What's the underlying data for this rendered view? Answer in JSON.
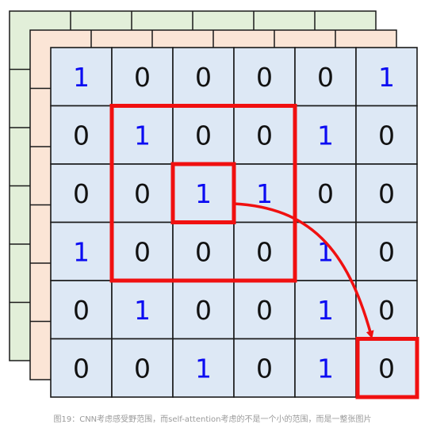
{
  "colors": {
    "back_layer": "#e2efd9",
    "middle_layer": "#fbe5d6",
    "front_layer": "#dde8f5",
    "grid_line": "#1a1a1a",
    "one_digit": "#0b0bf2",
    "zero_digit": "#111111",
    "highlight": "#f01010"
  },
  "grid": {
    "rows": [
      [
        "1",
        "0",
        "0",
        "0",
        "0",
        "1"
      ],
      [
        "0",
        "1",
        "0",
        "0",
        "1",
        "0"
      ],
      [
        "0",
        "0",
        "1",
        "1",
        "0",
        "0"
      ],
      [
        "1",
        "0",
        "0",
        "0",
        "1",
        "0"
      ],
      [
        "0",
        "1",
        "0",
        "0",
        "1",
        "0"
      ],
      [
        "0",
        "0",
        "1",
        "0",
        "1",
        "0"
      ]
    ]
  },
  "highlights": {
    "receptive_field": {
      "rows": [
        1,
        3
      ],
      "cols": [
        1,
        3
      ]
    },
    "center_cell": {
      "row": 2,
      "col": 2
    },
    "target_cell": {
      "row": 5,
      "col": 5
    }
  },
  "caption": "图19：CNN考虑感受野范围，而self-attention考虑的不是一个小的范围，而是一整张图片"
}
